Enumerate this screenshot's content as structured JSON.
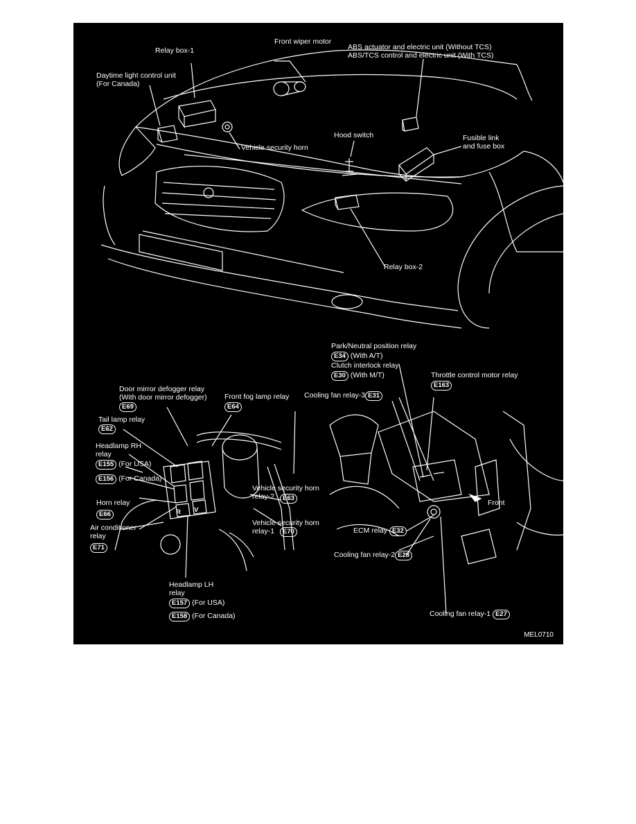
{
  "top_labels": {
    "relay_box_1": "Relay box-1",
    "front_wiper_motor": "Front wiper motor",
    "abs_line1": "ABS actuator and electric unit (Without TCS)",
    "abs_line2": "ABS/TCS control and electric unit (With TCS)",
    "daytime_line1": "Daytime light control unit",
    "daytime_line2": "(For Canada)",
    "hood_switch": "Hood switch",
    "vehicle_security_horn": "Vehicle security horn",
    "fusible_line1": "Fusible link",
    "fusible_line2": "and fuse box",
    "relay_box_2": "Relay box-2"
  },
  "left_labels": {
    "door_mirror_line1": "Door mirror defogger relay",
    "door_mirror_line2": "(With door mirror defogger)",
    "e69": "E69",
    "front_fog": "Front fog lamp relay",
    "e64": "E64",
    "tail_lamp": "Tail lamp relay",
    "e62": "E62",
    "headlamp_rh_line1": "Headlamp RH",
    "headlamp_rh_line2": "relay",
    "e155": "E155",
    "for_usa": "(For USA)",
    "e156": "E156",
    "for_canada": "(For Canada)",
    "horn_relay": "Horn relay",
    "e66": "E66",
    "air_cond_line1": "Air conditioner",
    "air_cond_line2": "relay",
    "e71": "E71",
    "vsh_relay2_line1": "Vehicle security horn",
    "vsh_relay2_line2": "relay-2",
    "e63": "E63",
    "vsh_relay1_line1": "Vehicle security horn",
    "vsh_relay1_line2": "relay-1",
    "e70": "E70",
    "headlamp_lh_line1": "Headlamp LH",
    "headlamp_lh_line2": "relay",
    "e157": "E157",
    "for_usa_2": "(For USA)",
    "e158": "E158",
    "for_canada_2": "(For Canada)",
    "fuse_r": "R",
    "fuse_v": "V"
  },
  "right_labels": {
    "park_neutral": "Park/Neutral position relay",
    "e34": "E34",
    "with_at": "(With A/T)",
    "clutch_interlock": "Clutch interlock relay",
    "e30": "E30",
    "with_mt": "(With M/T)",
    "throttle": "Throttle control motor relay",
    "e163": "E163",
    "cooling_fan_3": "Cooling fan relay-3",
    "e31": "E31",
    "front": "Front",
    "ecm_relay": "ECM relay",
    "e32": "E32",
    "cooling_fan_2": "Cooling fan relay-2",
    "e28": "E28",
    "cooling_fan_1": "Cooling fan relay-1",
    "e27": "E27"
  },
  "reference_code": "MEL0710",
  "colors": {
    "background": "#000000",
    "line": "#ffffff",
    "page": "#ffffff"
  }
}
